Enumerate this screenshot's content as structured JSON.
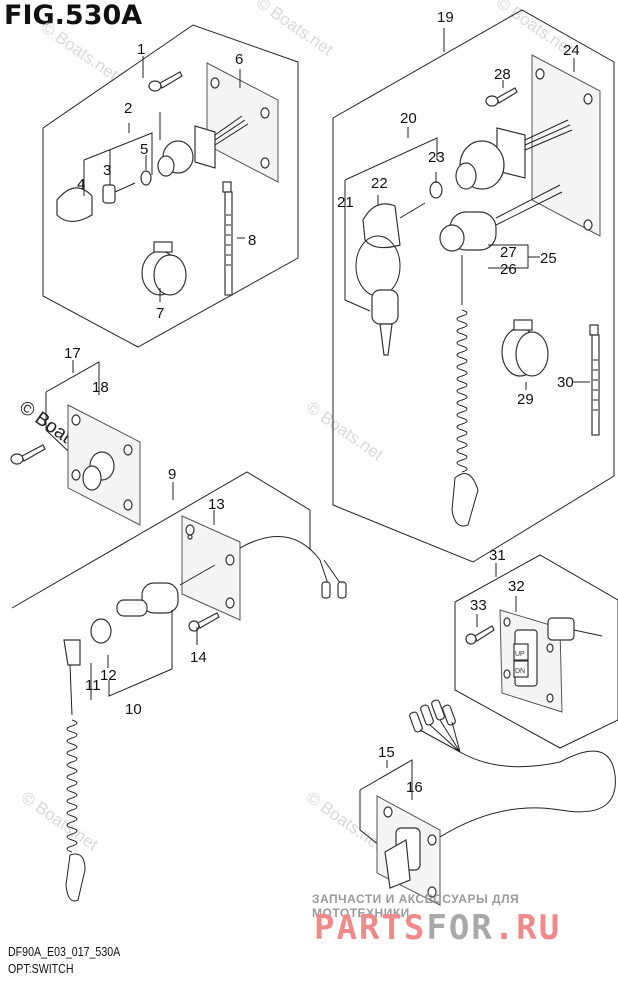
{
  "figure": {
    "title": "FIG.530A",
    "caption_code": "DF90A_E03_017_530A",
    "caption_name": "OPT:SWITCH"
  },
  "watermarks": {
    "copyright": "© Boats.net",
    "promo_line": "ЗАПЧАСТИ И АКСЕССУАРЫ ДЛЯ МОТОТЕХНИКИ",
    "promo_brand_a": "PARTS",
    "promo_brand_b": "FOR",
    "promo_brand_c": ".RU"
  },
  "switch_labels": {
    "up": "UP",
    "down": "DN"
  },
  "callouts": [
    {
      "id": "c1",
      "text": "1"
    },
    {
      "id": "c2",
      "text": "2"
    },
    {
      "id": "c3",
      "text": "3"
    },
    {
      "id": "c4",
      "text": "4"
    },
    {
      "id": "c5",
      "text": "5"
    },
    {
      "id": "c6",
      "text": "6"
    },
    {
      "id": "c7",
      "text": "7"
    },
    {
      "id": "c8",
      "text": "8"
    },
    {
      "id": "c9",
      "text": "9"
    },
    {
      "id": "c10",
      "text": "10"
    },
    {
      "id": "c11",
      "text": "11"
    },
    {
      "id": "c12",
      "text": "12"
    },
    {
      "id": "c13",
      "text": "13"
    },
    {
      "id": "c14",
      "text": "14"
    },
    {
      "id": "c15",
      "text": "15"
    },
    {
      "id": "c16",
      "text": "16"
    },
    {
      "id": "c17",
      "text": "17"
    },
    {
      "id": "c18",
      "text": "18"
    },
    {
      "id": "c19",
      "text": "19"
    },
    {
      "id": "c20",
      "text": "20"
    },
    {
      "id": "c21",
      "text": "21"
    },
    {
      "id": "c22",
      "text": "22"
    },
    {
      "id": "c23",
      "text": "23"
    },
    {
      "id": "c24",
      "text": "24"
    },
    {
      "id": "c25",
      "text": "25"
    },
    {
      "id": "c26",
      "text": "26"
    },
    {
      "id": "c27",
      "text": "27"
    },
    {
      "id": "c28",
      "text": "28"
    },
    {
      "id": "c29",
      "text": "29"
    },
    {
      "id": "c30",
      "text": "30"
    },
    {
      "id": "c31",
      "text": "31"
    },
    {
      "id": "c32",
      "text": "32"
    },
    {
      "id": "c33",
      "text": "33"
    }
  ]
}
